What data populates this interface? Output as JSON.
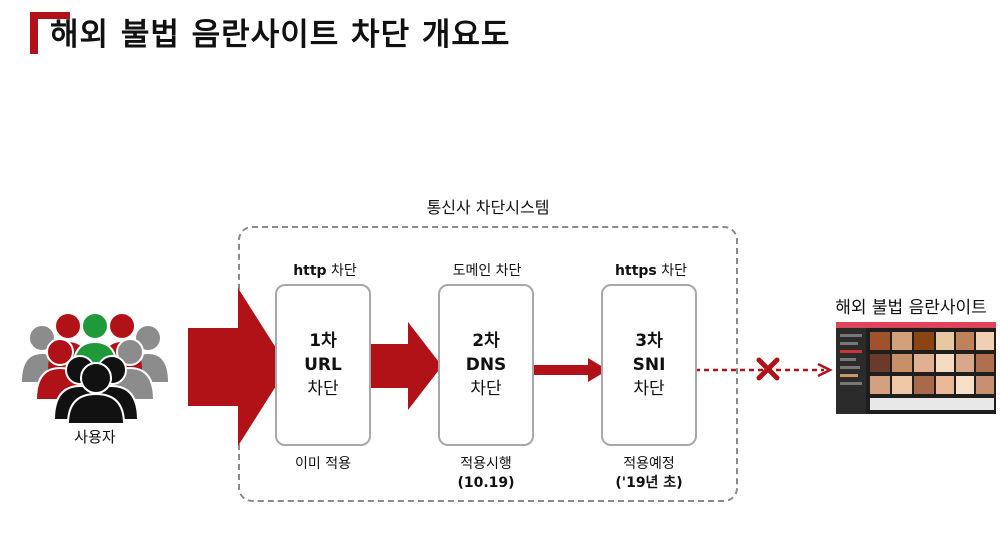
{
  "title": "해외 불법 음란사이트 차단 개요도",
  "system_label": "통신사 차단시스템",
  "user_label": "사용자",
  "site_label": "해외 불법 음란사이트",
  "stages": [
    {
      "head_bold": "http",
      "head_rest": " 차단",
      "lines": [
        "1차",
        "URL",
        "차단"
      ],
      "foot": "이미 적용",
      "foot_sub": ""
    },
    {
      "head_bold": "",
      "head_rest": "도메인 차단",
      "lines": [
        "2차",
        "DNS",
        "차단"
      ],
      "foot": "적용시행",
      "foot_sub": "(10.19)"
    },
    {
      "head_bold": "https",
      "head_rest": " 차단",
      "lines": [
        "3차",
        "SNI",
        "차단"
      ],
      "foot": "적용예정",
      "foot_sub": "('19년 초)"
    }
  ],
  "colors": {
    "accent": "#b01218",
    "gray": "#8c8c8c",
    "green": "#1f9a3a",
    "dark": "#111111"
  },
  "icons": [
    "people-group-icon",
    "block-x-icon",
    "website-thumbnail-icon"
  ]
}
